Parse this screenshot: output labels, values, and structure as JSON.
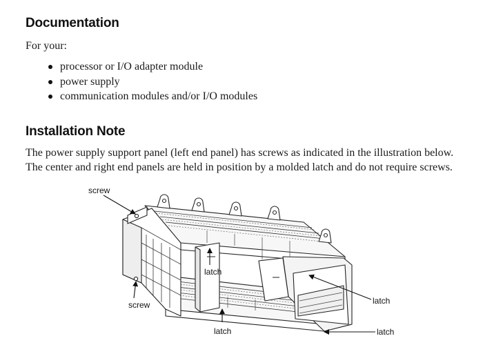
{
  "documentation": {
    "heading": "Documentation",
    "intro": "For your:",
    "items": [
      "processor or I/O adapter module",
      "power supply",
      "communication modules and/or I/O modules"
    ]
  },
  "installation_note": {
    "heading": "Installation Note",
    "paragraph": "The power supply support panel (left end panel) has screws as indicated in the illustration below. The center and right end panels are held in position by a molded latch and do not require screws."
  },
  "figure": {
    "callouts": {
      "screw_top": "screw",
      "screw_bottom": "screw",
      "latch_center": "latch",
      "latch_center_bottom": "latch",
      "latch_right": "latch",
      "latch_right_bottom": "latch"
    }
  }
}
